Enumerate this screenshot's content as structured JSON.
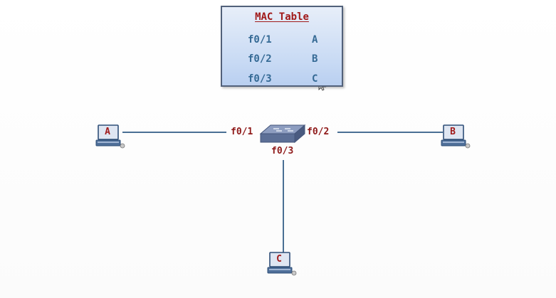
{
  "mac_table": {
    "title": "MAC Table",
    "rows": [
      {
        "port": "f0/1",
        "host": "A"
      },
      {
        "port": "f0/2",
        "host": "B"
      },
      {
        "port": "f0/3",
        "host": "C"
      }
    ]
  },
  "ports": {
    "f01": "f0/1",
    "f02": "f0/2",
    "f03": "f0/3"
  },
  "hosts": {
    "a": "A",
    "b": "B",
    "c": "C"
  },
  "colors": {
    "link": "#4a6f94",
    "port_label": "#8f1a1a",
    "table_text": "#356a95",
    "table_title": "#a11a1a",
    "switch": "#5c6f96"
  }
}
